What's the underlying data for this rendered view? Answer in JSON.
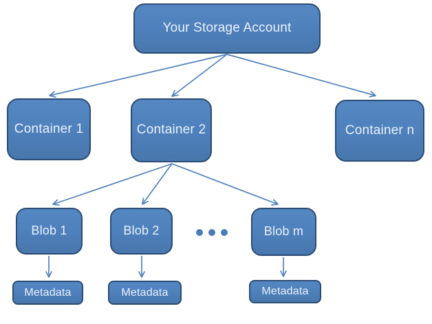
{
  "diagram": {
    "nodes": {
      "storage": {
        "label": "Your Storage Account"
      },
      "containers": [
        {
          "label": "Container 1"
        },
        {
          "label": "Container 2"
        },
        {
          "label": "Container n"
        }
      ],
      "blobs": [
        {
          "label": "Blob 1"
        },
        {
          "label": "Blob 2"
        },
        {
          "label": "Blob m"
        }
      ],
      "metadata": [
        {
          "label": "Metadata"
        },
        {
          "label": "Metadata"
        },
        {
          "label": "Metadata"
        }
      ]
    },
    "ellipsis": {
      "dot_count": 3
    },
    "edges": [
      {
        "from": "storage-account",
        "to": "container-1"
      },
      {
        "from": "storage-account",
        "to": "container-2"
      },
      {
        "from": "storage-account",
        "to": "container-n"
      },
      {
        "from": "container-2",
        "to": "blob-1"
      },
      {
        "from": "container-2",
        "to": "blob-2"
      },
      {
        "from": "container-2",
        "to": "blob-m"
      },
      {
        "from": "blob-1",
        "to": "metadata-1"
      },
      {
        "from": "blob-2",
        "to": "metadata-2"
      },
      {
        "from": "blob-m",
        "to": "metadata-3"
      }
    ],
    "colors": {
      "node_fill": "#4f81bd",
      "node_border": "#2b4b72",
      "arrow": "#4f81bd",
      "label_text": "#e9f1fa",
      "background": "#ffffff"
    }
  }
}
